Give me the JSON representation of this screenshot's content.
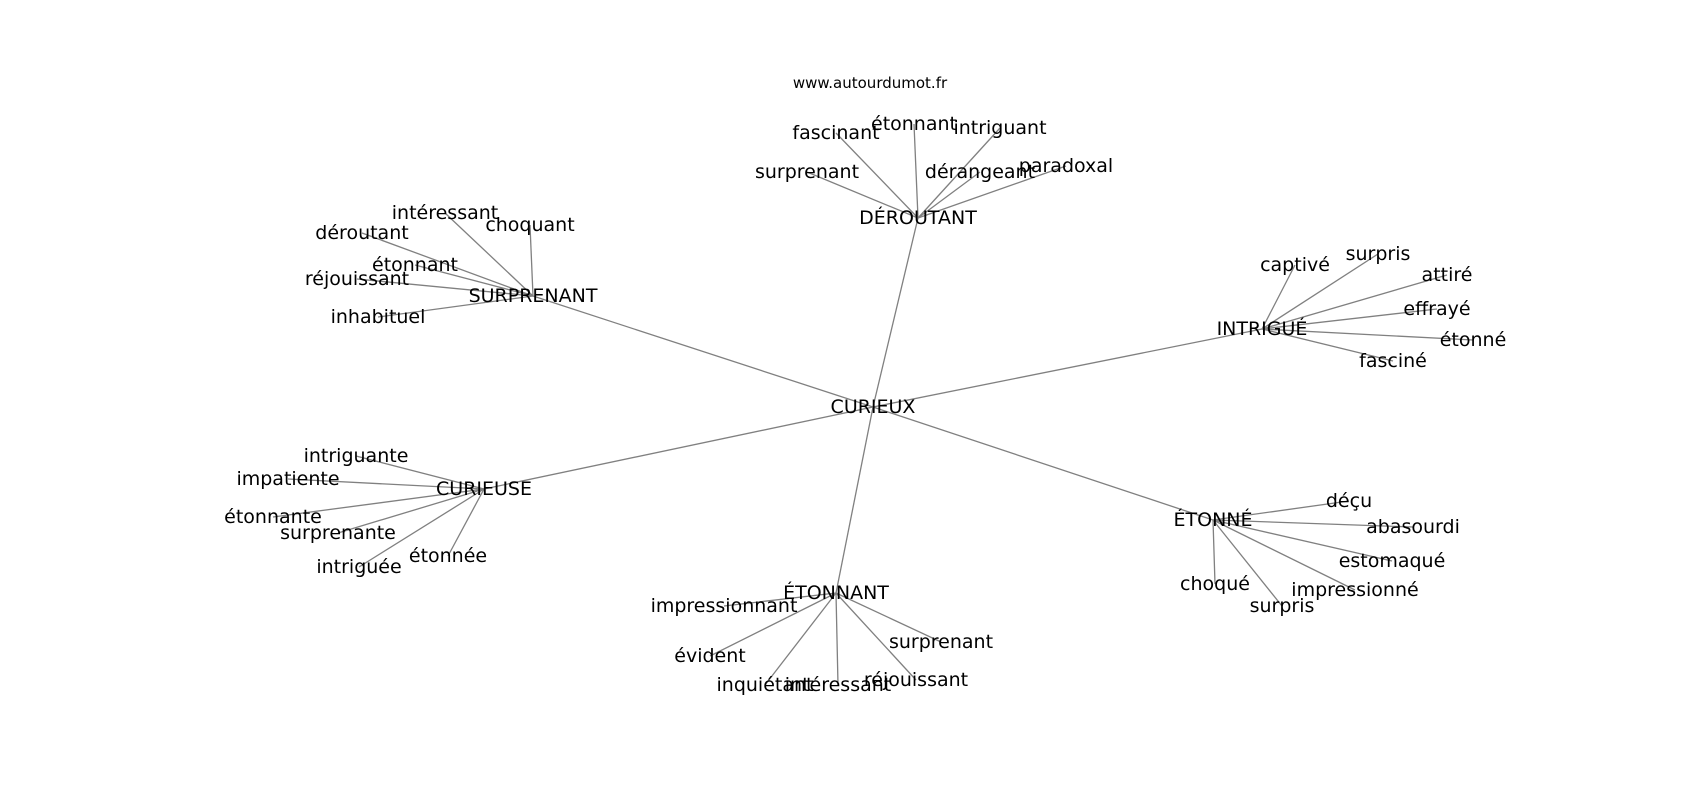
{
  "source": "www.autourdumot.fr",
  "colors": {
    "edge": "#808080",
    "text": "#000000",
    "background": "#ffffff"
  },
  "graph": {
    "center": {
      "id": "c",
      "label": "CURIEUX"
    },
    "groups": [
      {
        "id": "g0",
        "label": "DÉROUTANT",
        "leaves": [
          "fascinant",
          "étonnant",
          "intriguant",
          "surprenant",
          "dérangeant",
          "paradoxal"
        ]
      },
      {
        "id": "g1",
        "label": "SURPRENANT",
        "leaves": [
          "intéressant",
          "choquant",
          "déroutant",
          "étonnant",
          "réjouissant",
          "inhabituel"
        ]
      },
      {
        "id": "g2",
        "label": "INTRIGUÉ",
        "leaves": [
          "captivé",
          "surpris",
          "attiré",
          "effrayé",
          "étonné",
          "fasciné"
        ]
      },
      {
        "id": "g3",
        "label": "CURIEUSE",
        "leaves": [
          "intriguante",
          "impatiente",
          "étonnante",
          "surprenante",
          "intriguée",
          "étonnée"
        ]
      },
      {
        "id": "g4",
        "label": "ÉTONNÉ",
        "leaves": [
          "déçu",
          "abasourdi",
          "estomaqué",
          "impressionné",
          "choqué",
          "surpris"
        ]
      },
      {
        "id": "g5",
        "label": "ÉTONNANT",
        "leaves": [
          "impressionnant",
          "évident",
          "inquiétant",
          "intéressant",
          "réjouissant",
          "surprenant"
        ]
      }
    ]
  }
}
